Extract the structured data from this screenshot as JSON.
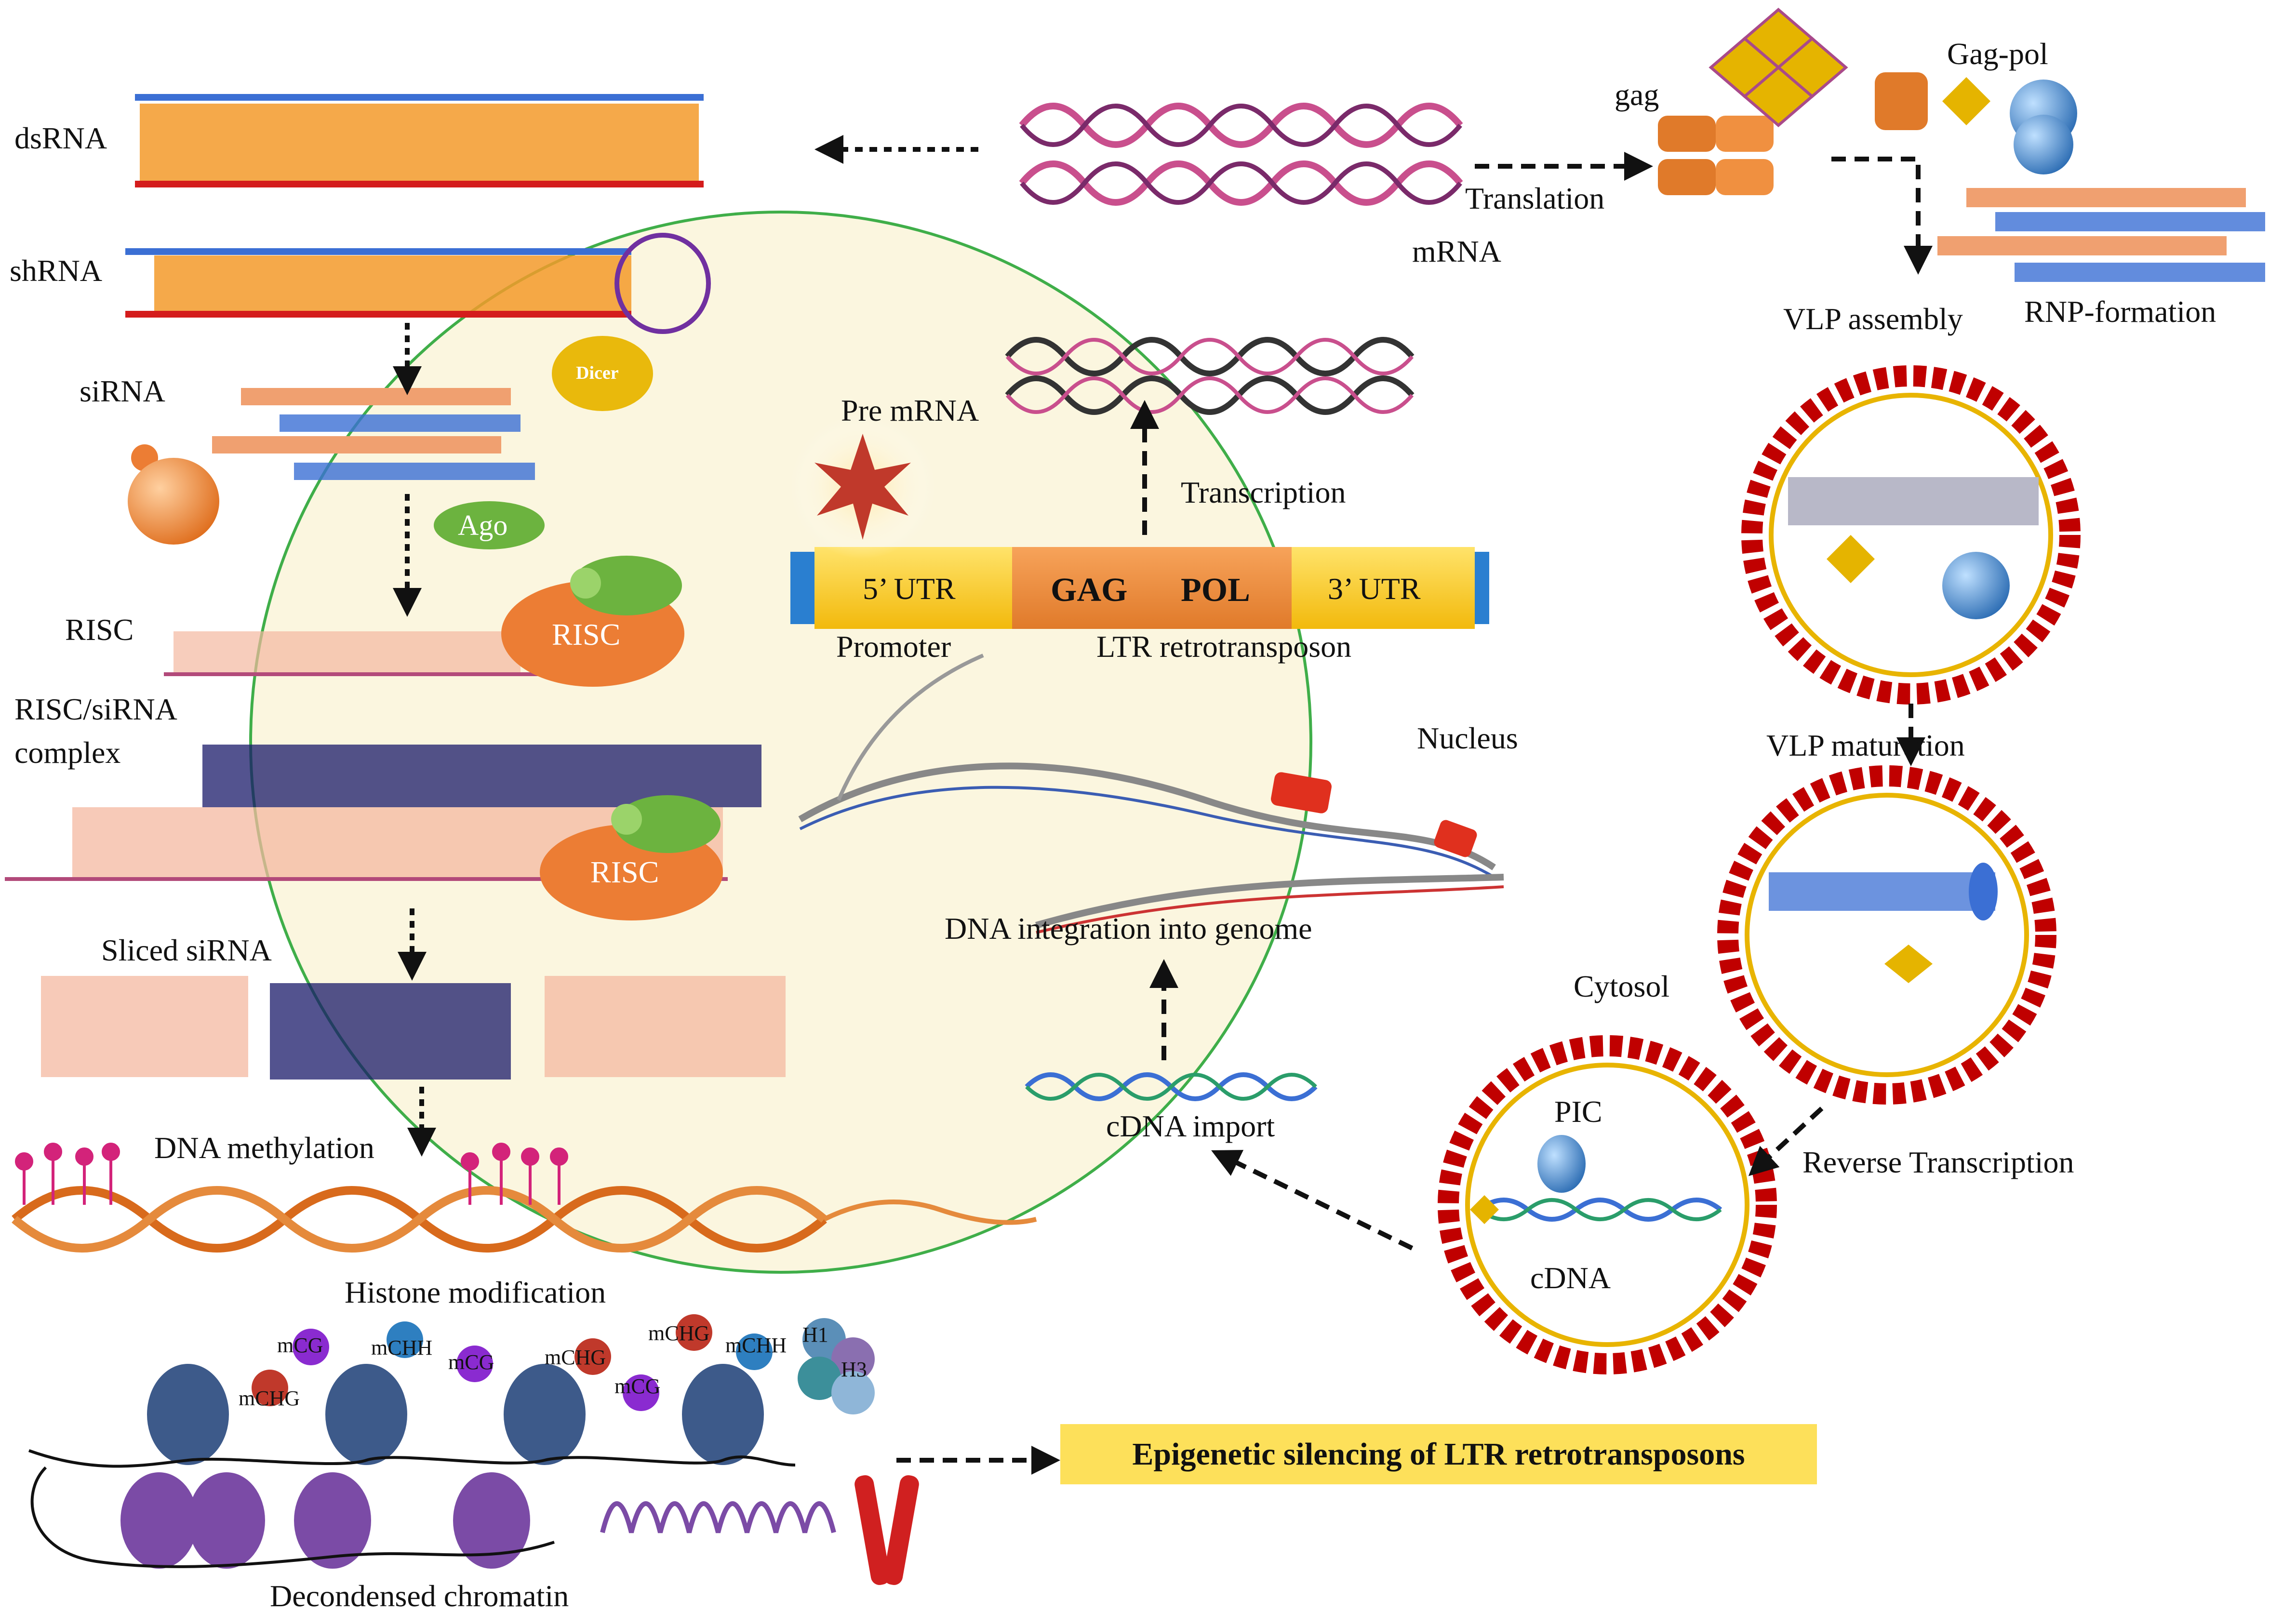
{
  "labels": {
    "dsRNA": "dsRNA",
    "shRNA": "shRNA",
    "siRNA": "siRNA",
    "dicer": "Dicer",
    "ago": "Ago",
    "risc": "RISC",
    "risc_badge": "RISC",
    "risc_sirna_complex_1": "RISC/siRNA",
    "risc_sirna_complex_2": "complex",
    "sliced_sirna": "Sliced siRNA",
    "dna_methylation": "DNA methylation",
    "histone_modification": "Histone modification",
    "decondensed_chromatin": "Decondensed chromatin",
    "mrna": "mRNA",
    "translation": "Translation",
    "gag": "gag",
    "gag_pol": "Gag-pol",
    "vlp_assembly": "VLP assembly",
    "rnp_formation": "RNP-formation",
    "vlp_maturation": "VLP maturation",
    "cytosol": "Cytosol",
    "reverse_transcription": "Reverse Transcription",
    "pic": "PIC",
    "cdna": "cDNA",
    "cdna_import": "cDNA import",
    "pre_mrna": "Pre mRNA",
    "transcription": "Transcription",
    "utr5": "5’ UTR",
    "gag_gene": "GAG",
    "pol_gene": "POL",
    "utr3": "3’ UTR",
    "promoter": "Promoter",
    "ltr_retrotransposon": "LTR retrotransposon",
    "nucleus": "Nucleus",
    "dna_integration": "DNA integration into genome",
    "epigenetic_silencing": "Epigenetic silencing of LTR retrotransposons"
  },
  "histone_marks": {
    "m1": "mCG",
    "m2": "mCHG",
    "m3": "mCHH",
    "m4": "mCG",
    "m5": "mCHG",
    "m6": "mCG",
    "m7": "mCHG",
    "m8": "mCHH",
    "h1": "H1",
    "h3": "H3"
  },
  "colors": {
    "rna_top": "#3b6fd4",
    "rna_bottom": "#d41c1c",
    "rung": "#f39a2a",
    "risc": "#ec7d34",
    "ago": "#6cb33f",
    "dicer": "#e9b90c",
    "vlp_bead": "#c00000",
    "vlp_ring": "#e8b400",
    "nucleus_fill": "#fbf6df",
    "nucleus_border": "#3fae49",
    "epi_box": "#fde05a",
    "nucleosome_blue": "#3d5a8a",
    "nucleosome_purple": "#7b4ba6"
  }
}
